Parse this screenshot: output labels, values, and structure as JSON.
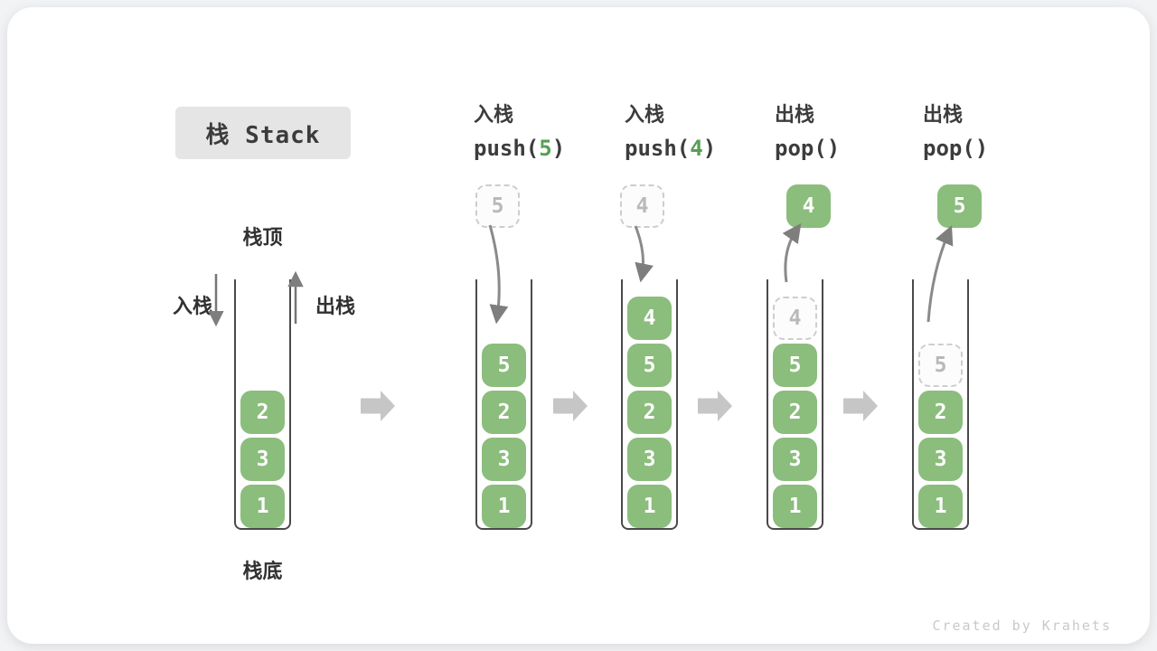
{
  "title": {
    "label": "栈 Stack"
  },
  "legend": {
    "stack_top": "栈顶",
    "stack_bottom": "栈底",
    "push_label": "入栈",
    "pop_label": "出栈"
  },
  "steps": [
    {
      "cells": [
        "2",
        "3",
        "1"
      ]
    },
    {
      "op_cn": "入栈",
      "code_prefix": "push(",
      "code_arg": "5",
      "code_suffix": ")",
      "floating_value": "5",
      "cells": [
        "5",
        "2",
        "3",
        "1"
      ]
    },
    {
      "op_cn": "入栈",
      "code_prefix": "push(",
      "code_arg": "4",
      "code_suffix": ")",
      "floating_value": "4",
      "cells": [
        "4",
        "5",
        "2",
        "3",
        "1"
      ]
    },
    {
      "op_cn": "出栈",
      "code_prefix": "pop(",
      "code_arg": "",
      "code_suffix": ")",
      "floating_value": "4",
      "ghost_value": "4",
      "cells": [
        "5",
        "2",
        "3",
        "1"
      ]
    },
    {
      "op_cn": "出栈",
      "code_prefix": "pop(",
      "code_arg": "",
      "code_suffix": ")",
      "floating_value": "5",
      "ghost_value": "5",
      "cells": [
        "2",
        "3",
        "1"
      ]
    }
  ],
  "footer": {
    "watermark": "Created by Krahets"
  },
  "colors": {
    "box_green": "#8bbd7d",
    "arg_green": "#55a055",
    "text_dark": "#3c3c3c",
    "ghost_text": "#b9b9b9",
    "curve_arrow_gray": "#8a8a8a",
    "block_arrow_gray": "#c6c6c6"
  }
}
